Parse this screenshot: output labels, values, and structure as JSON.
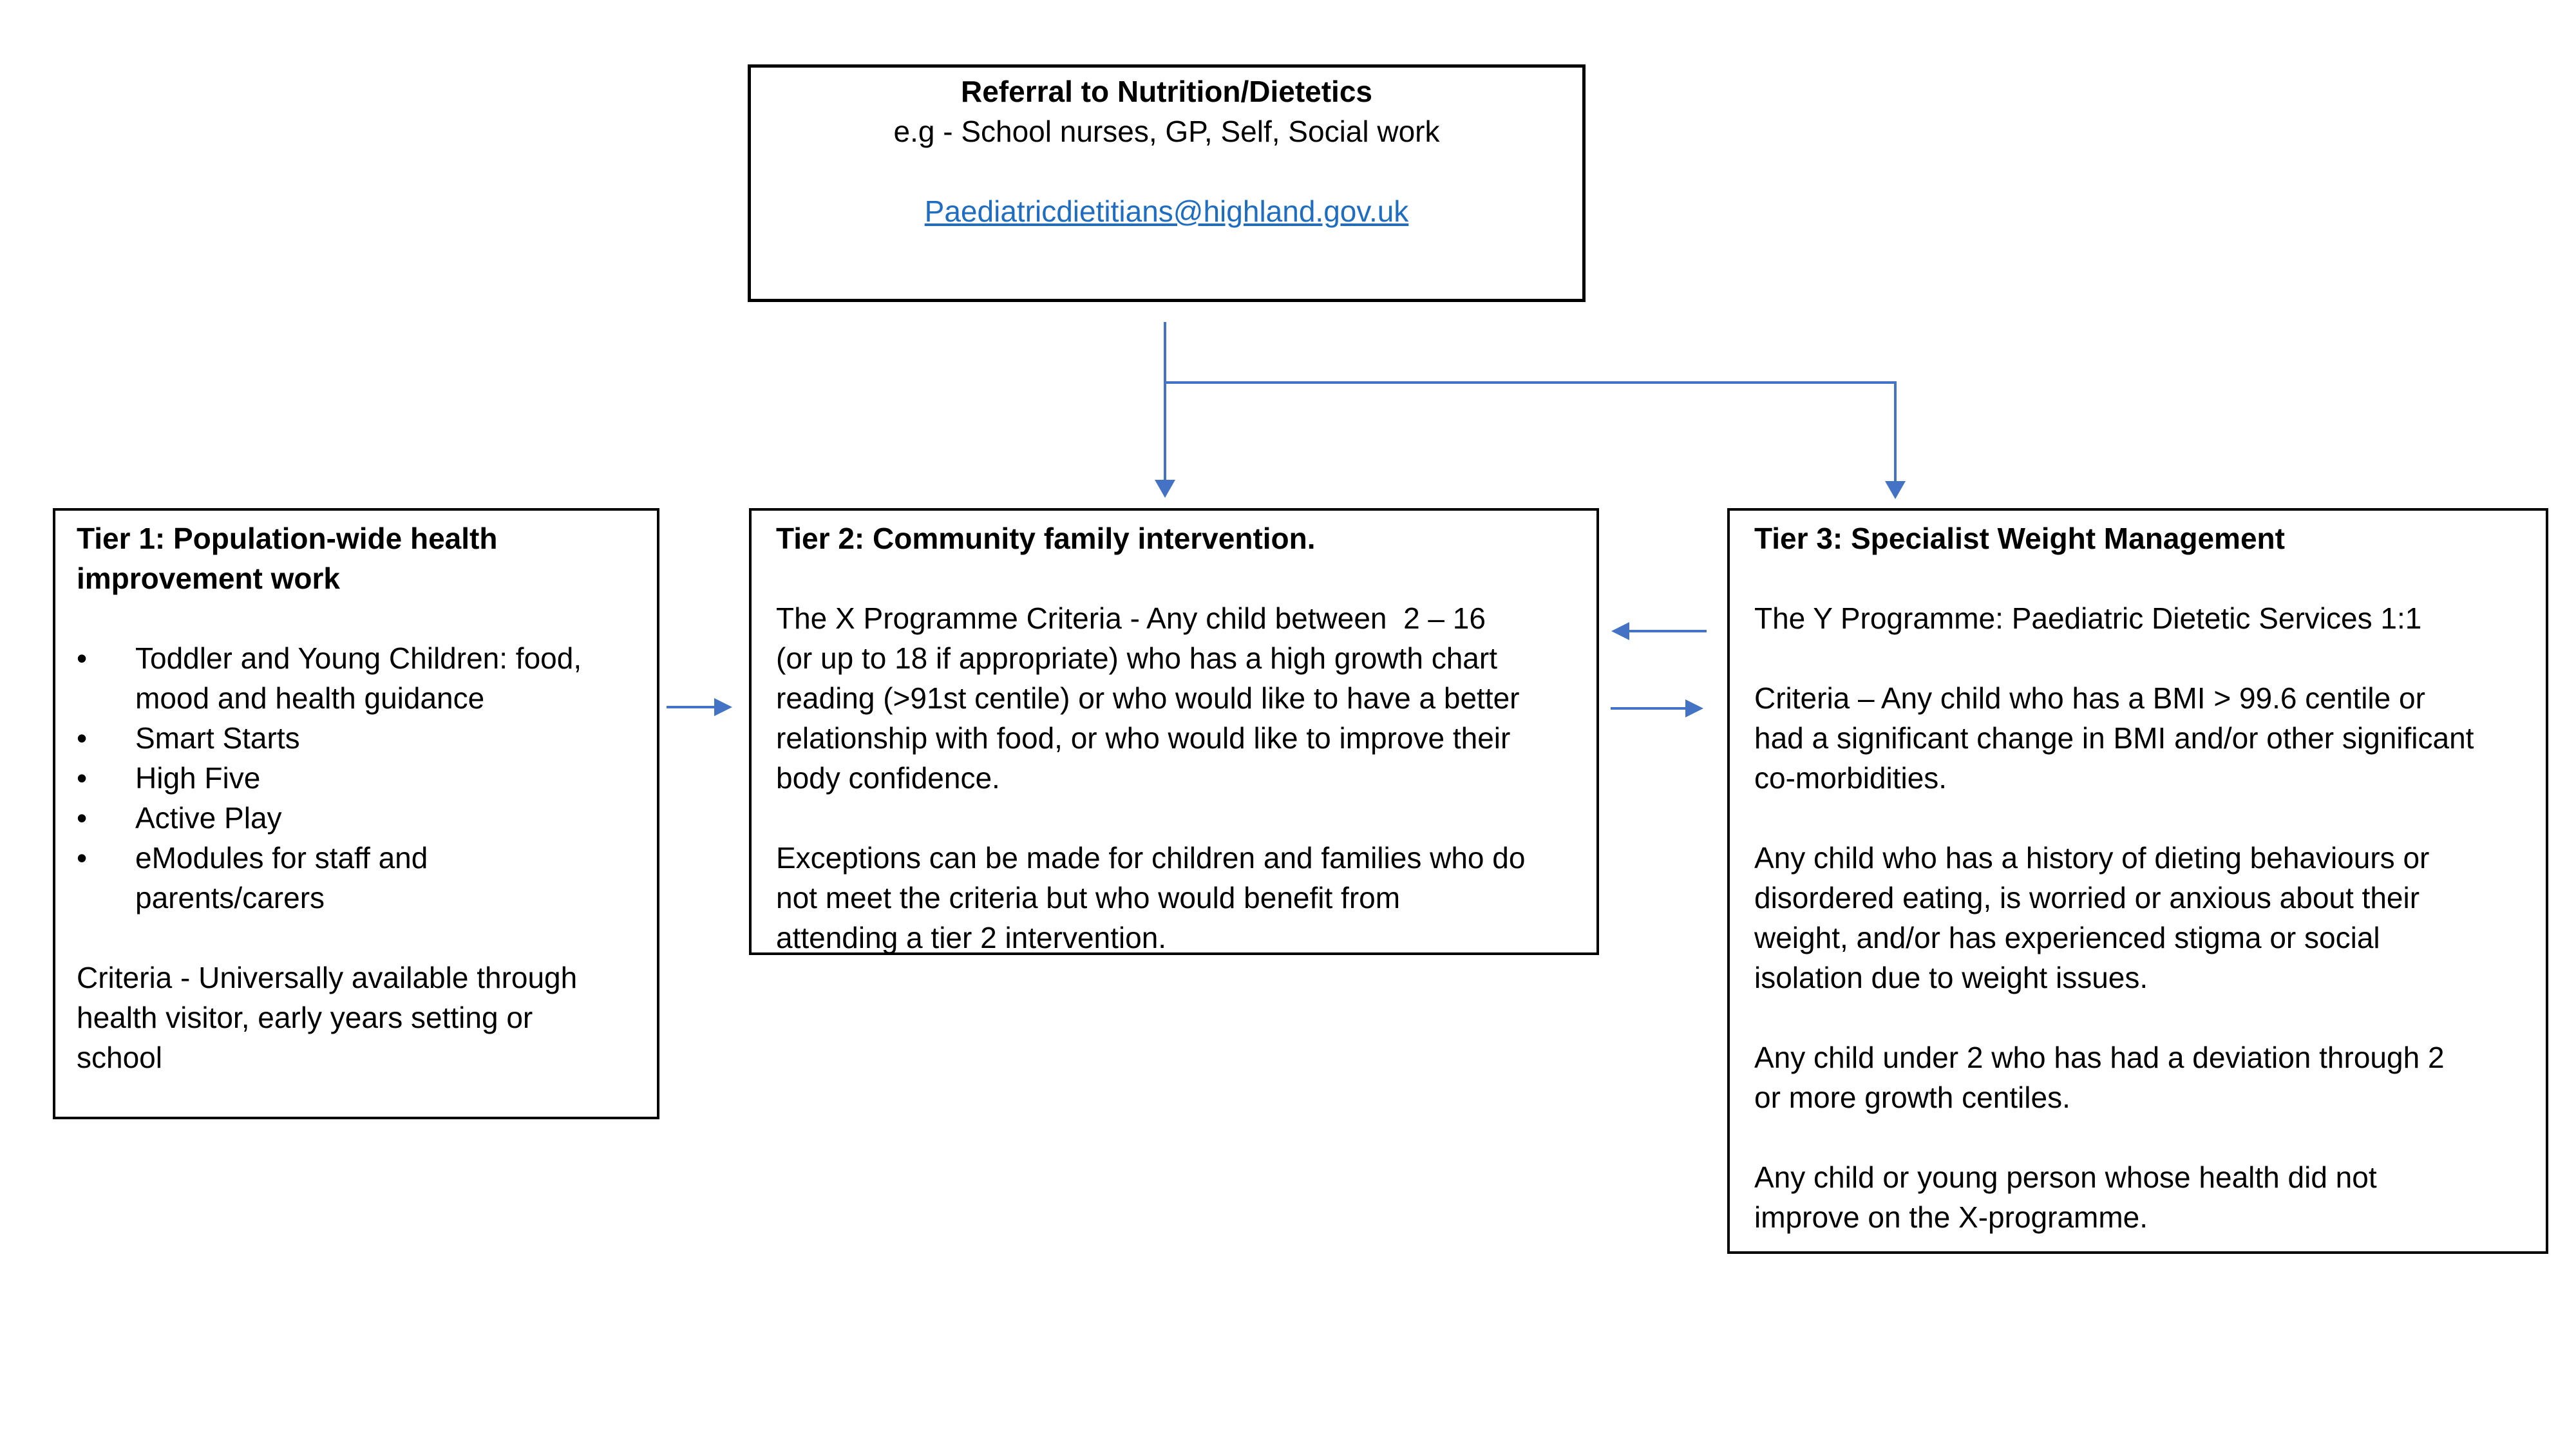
{
  "referral": {
    "title": "Referral to Nutrition/Dietetics",
    "subtitle": "e.g - School nurses, GP, Self, Social work",
    "email": "Paediatricdietitians@highland.gov.uk"
  },
  "tier1": {
    "title": "Tier 1: Population-wide health\nimprovement work",
    "bullet_glyph": "•",
    "bullets": [
      "Toddler and Young Children: food,\nmood and health guidance",
      "Smart Starts",
      "High Five",
      "Active Play",
      "eModules for staff and\nparents/carers"
    ],
    "criteria": "Criteria - Universally available through\nhealth visitor, early years setting or\nschool"
  },
  "tier2": {
    "title": "Tier 2: Community family intervention.",
    "paragraphs": [
      "The X Programme Criteria - Any child between  2 – 16\n(or up to 18 if appropriate) who has a high growth chart\nreading (>91st centile) or who would like to have a better\nrelationship with food, or who would like to improve their\nbody confidence.",
      "Exceptions can be made for children and families who do\nnot meet the criteria but who would benefit from\nattending a tier 2 intervention."
    ]
  },
  "tier3": {
    "title": "Tier 3: Specialist Weight Management",
    "paragraphs": [
      "The Y Programme: Paediatric Dietetic Services 1:1",
      "Criteria – Any child who has a BMI > 99.6 centile or\nhad a significant change in BMI and/or other significant\nco-morbidities.",
      "Any child who has a history of dieting behaviours or\ndisordered eating, is worried or anxious about their\nweight, and/or has experienced stigma or social\nisolation due to weight issues.",
      "Any child under 2 who has had a deviation through 2\nor more growth centiles.",
      "Any child or young person whose health did not\nimprove on the X-programme."
    ]
  },
  "colors": {
    "arrow_blue": "#4472C4",
    "link_blue": "#1E6DC0",
    "border_black": "#000000"
  }
}
